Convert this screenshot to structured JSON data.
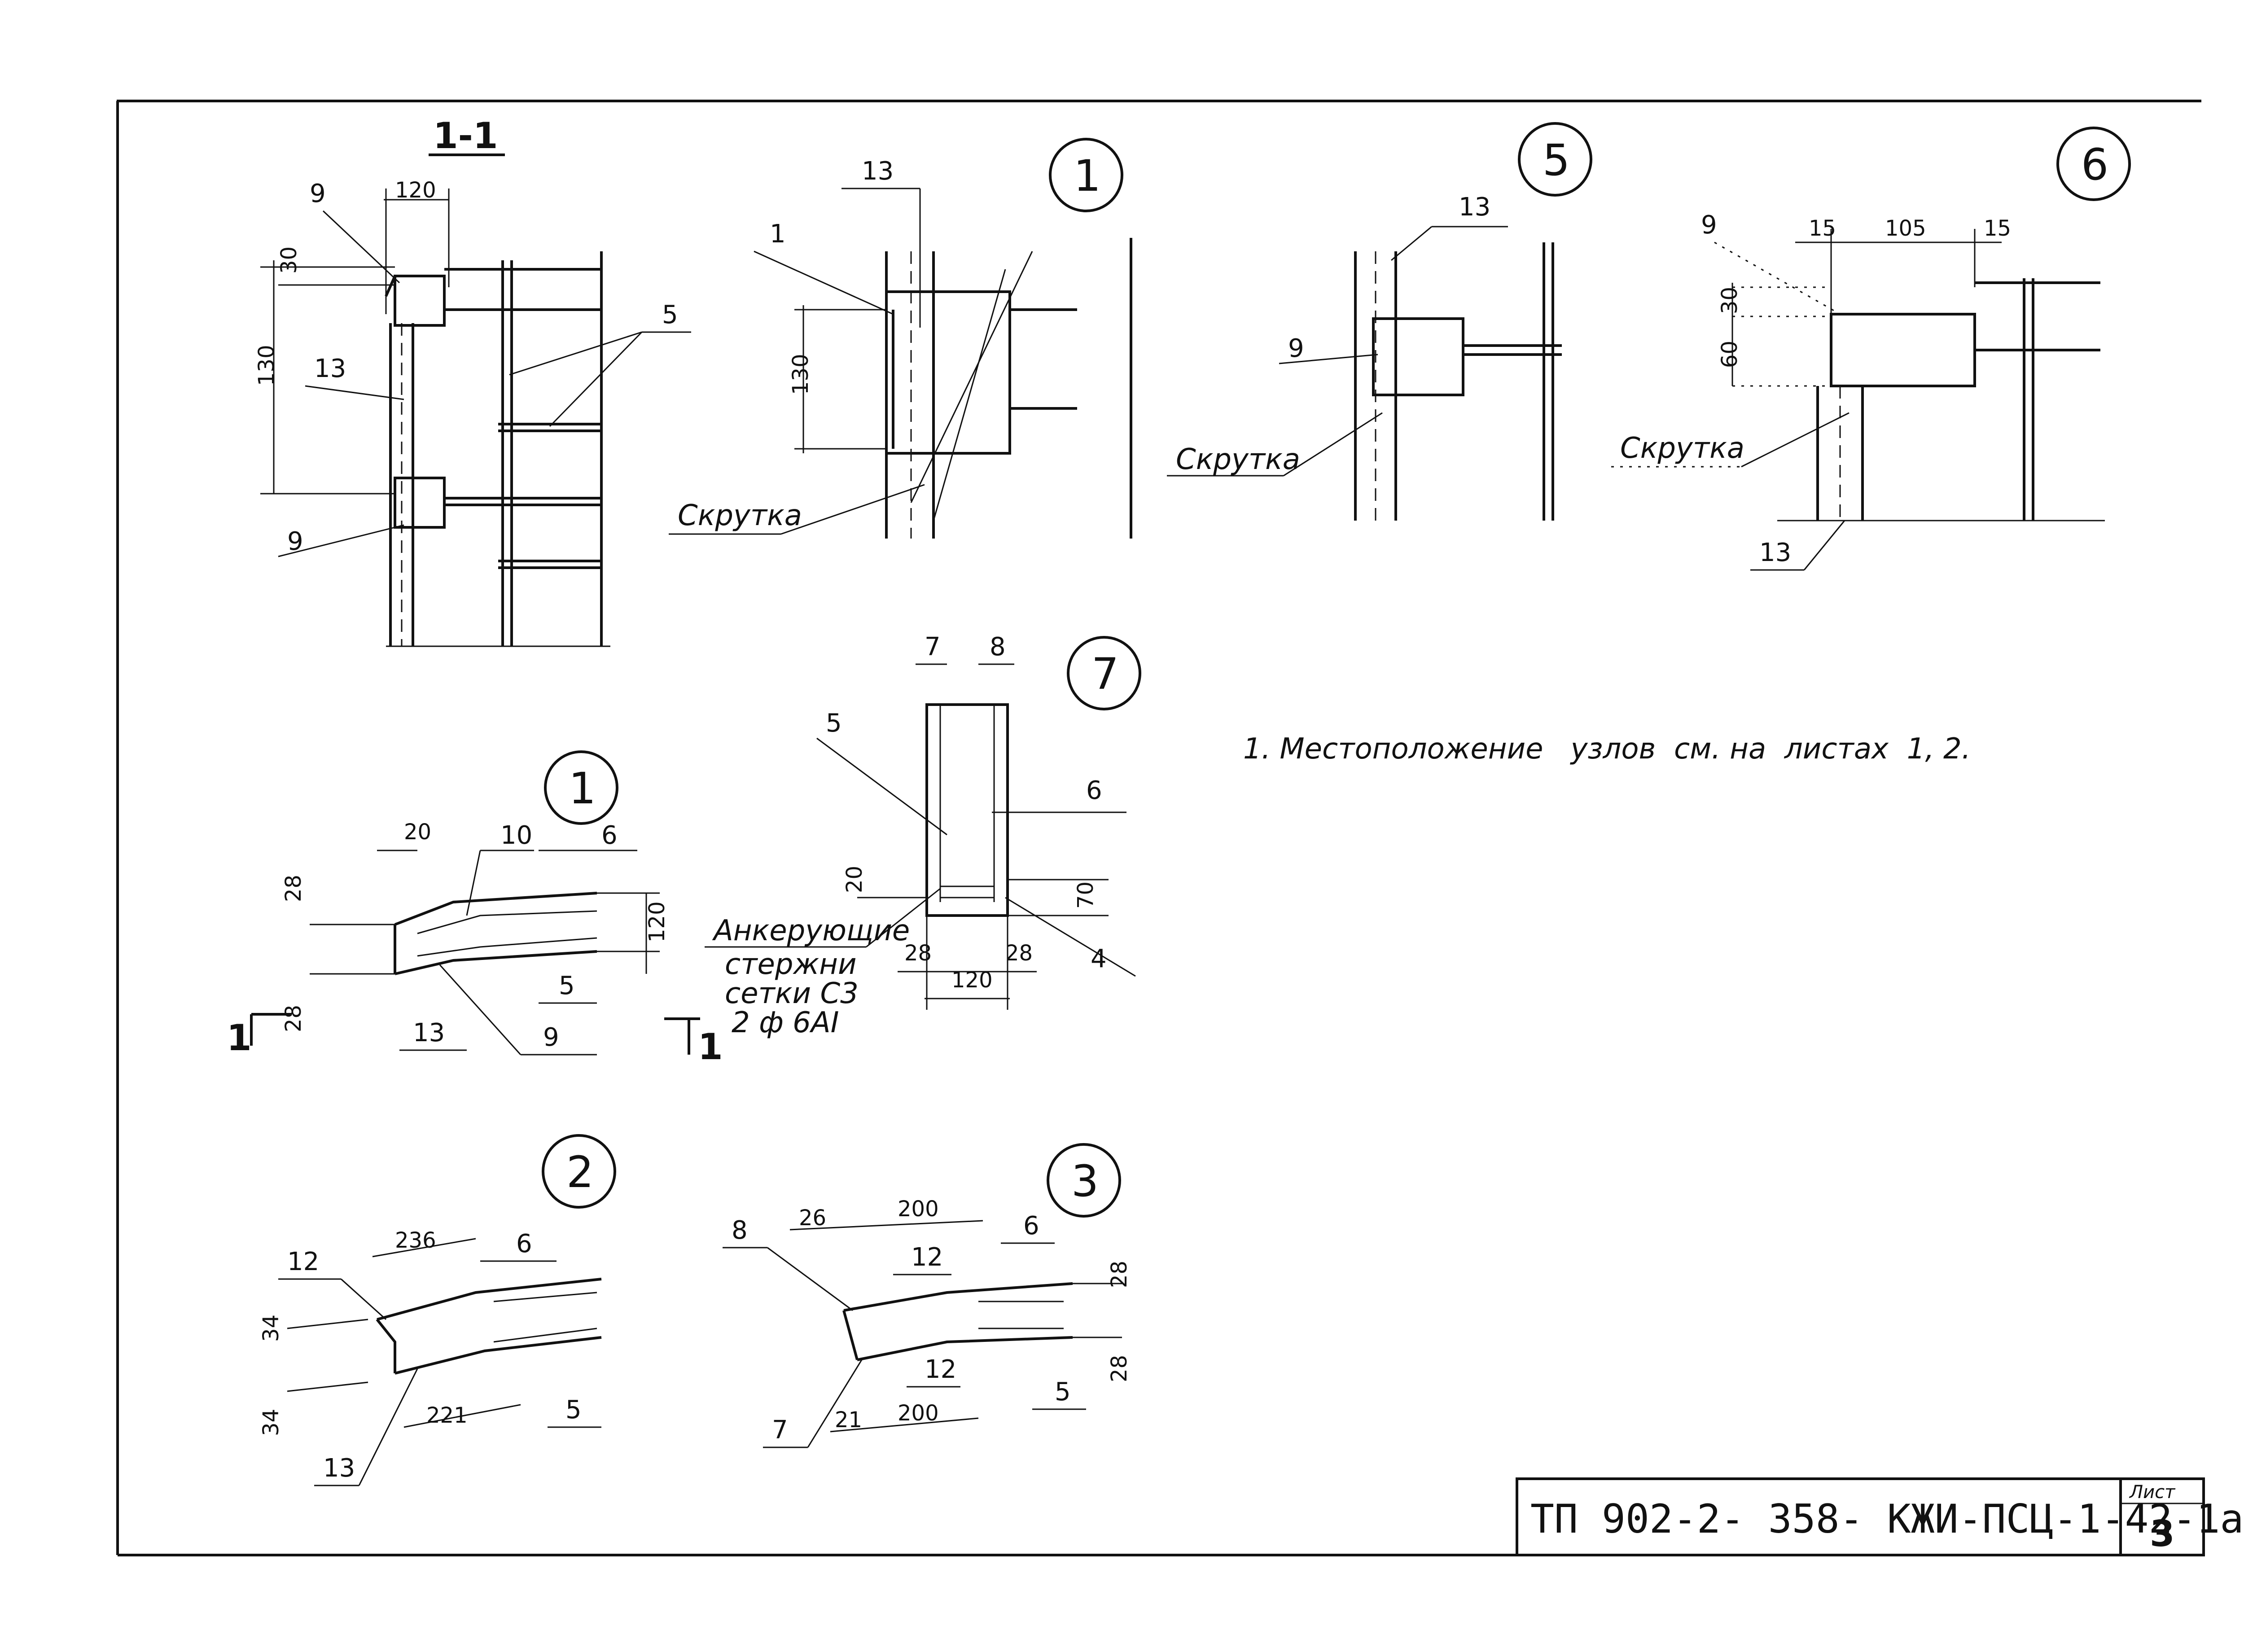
{
  "section_title": "1-1",
  "notes": {
    "item1": "1. Местоположение   узлов  см. на  листах  1, 2."
  },
  "title_block": {
    "code": "ТП 902-2- 358- КЖИ-ПСЦ-1-42-1а",
    "sheet_label": "Лист",
    "sheet_number": "3"
  },
  "section_1_1": {
    "dims": [
      "120",
      "30",
      "130"
    ],
    "callouts": [
      "9",
      "13",
      "9",
      "5"
    ]
  },
  "node_1_top": {
    "id": "1",
    "dims": [
      "130"
    ],
    "callouts": [
      "13",
      "1"
    ],
    "label": "Скрутка"
  },
  "node_5": {
    "id": "5",
    "callouts": [
      "13",
      "9"
    ],
    "label": "Скрутка"
  },
  "node_6": {
    "id": "6",
    "dims": [
      "15",
      "105",
      "15",
      "30",
      "60"
    ],
    "callouts": [
      "9",
      "13"
    ],
    "label": "Скрутка"
  },
  "node_7": {
    "id": "7",
    "dims": [
      "20",
      "70",
      "28",
      "120",
      "28"
    ],
    "callouts": [
      "7",
      "8",
      "5",
      "6",
      "4"
    ],
    "anchor_text": [
      "Анкерующие",
      "стержни",
      "сетки С3",
      "2 ф 6АI"
    ]
  },
  "node_1_plan": {
    "id": "1",
    "dims": [
      "20",
      "28",
      "120",
      "28"
    ],
    "callouts": [
      "10",
      "6",
      "5",
      "13",
      "9"
    ],
    "section_marks": [
      "1",
      "1"
    ]
  },
  "node_2": {
    "id": "2",
    "dims": [
      "236",
      "34",
      "34",
      "221"
    ],
    "callouts": [
      "12",
      "6",
      "13",
      "5"
    ]
  },
  "node_3": {
    "id": "3",
    "dims": [
      "26",
      "200",
      "28",
      "28",
      "21",
      "200"
    ],
    "callouts": [
      "8",
      "12",
      "6",
      "12",
      "5",
      "7"
    ]
  }
}
